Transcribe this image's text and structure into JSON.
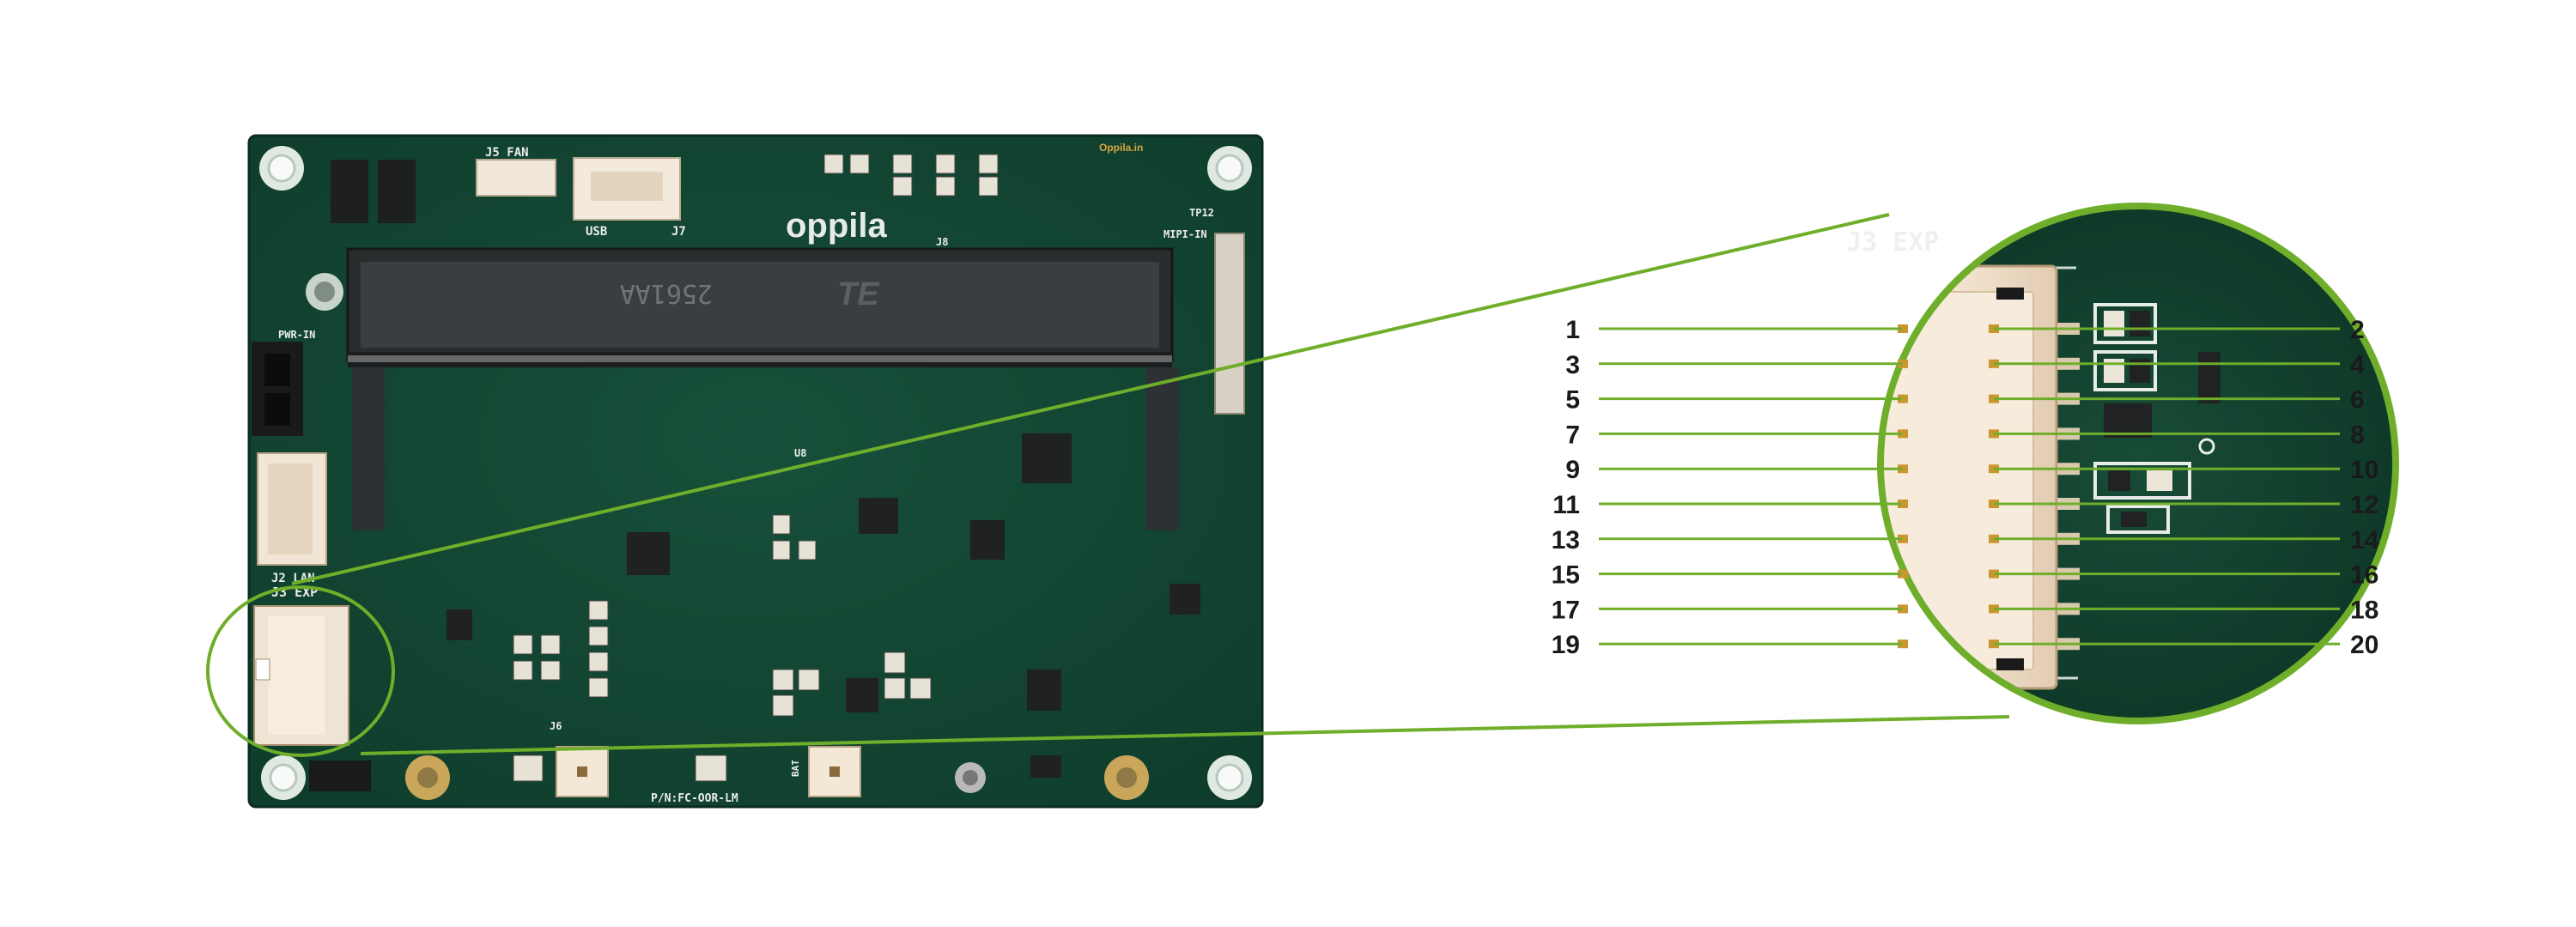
{
  "board": {
    "brand": "oppila",
    "brand_mark": "Oppila.in",
    "part_number": "P/N:FC-OOR-LM",
    "module_connector_text": "2561AA",
    "module_logo": "TE",
    "labels": {
      "j5_fan": "J5  FAN",
      "usb": "USB",
      "j7": "J7",
      "j8": "J8",
      "pwr_in": "PWR-IN",
      "j2_lan": "J2  LAN",
      "j3_exp": "J3  EXP",
      "mipi_in": "MIPI-IN",
      "tp12": "TP12",
      "bat": "BAT",
      "j6": "J6",
      "u8": "U8"
    }
  },
  "zoom": {
    "title": "J3 EXP",
    "accent_color": "#6fae2a",
    "left_pins": [
      "1",
      "3",
      "5",
      "7",
      "9",
      "11",
      "13",
      "15",
      "17",
      "19"
    ],
    "right_pins": [
      "2",
      "4",
      "6",
      "8",
      "10",
      "12",
      "14",
      "16",
      "18",
      "20"
    ]
  }
}
